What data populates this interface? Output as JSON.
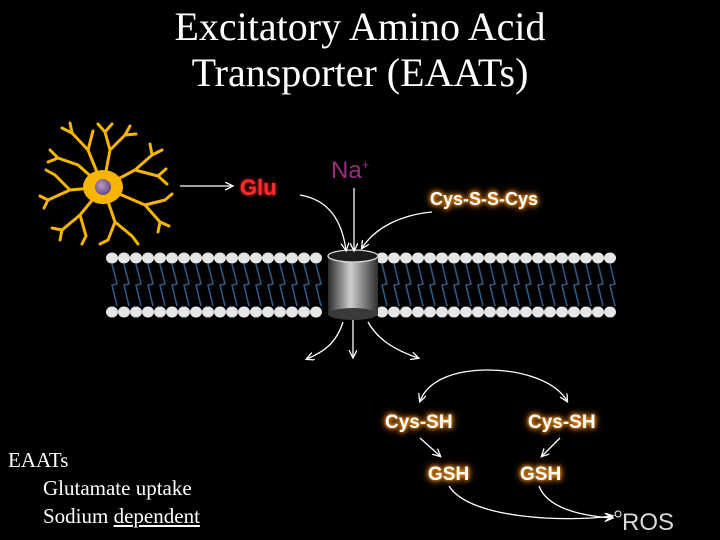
{
  "title": {
    "line1": "Excitatory Amino Acid",
    "line2": "Transporter (EAATs)"
  },
  "labels": {
    "glu": "Glu",
    "na": "Na",
    "na_charge": "+",
    "cystine": "Cys-S-S-Cys",
    "cys_sh_left": "Cys-SH",
    "cys_sh_right": "Cys-SH",
    "gsh_left": "GSH",
    "gsh_right": "GSH",
    "ros": "ROS"
  },
  "notes": {
    "heading": "EAATs",
    "line1": "Glutamate uptake",
    "line2_prefix": "Sodium ",
    "line2_emph": "dependent"
  },
  "colors": {
    "glu": "#ff2a2a",
    "na": "#9b2d7f",
    "glow": "#f7941d",
    "neuron": "#f7b500",
    "neuron_nucleus": "#8a6aa0",
    "lipid_head": "#e6e6e6",
    "lipid_tail": "#2c5a85"
  }
}
